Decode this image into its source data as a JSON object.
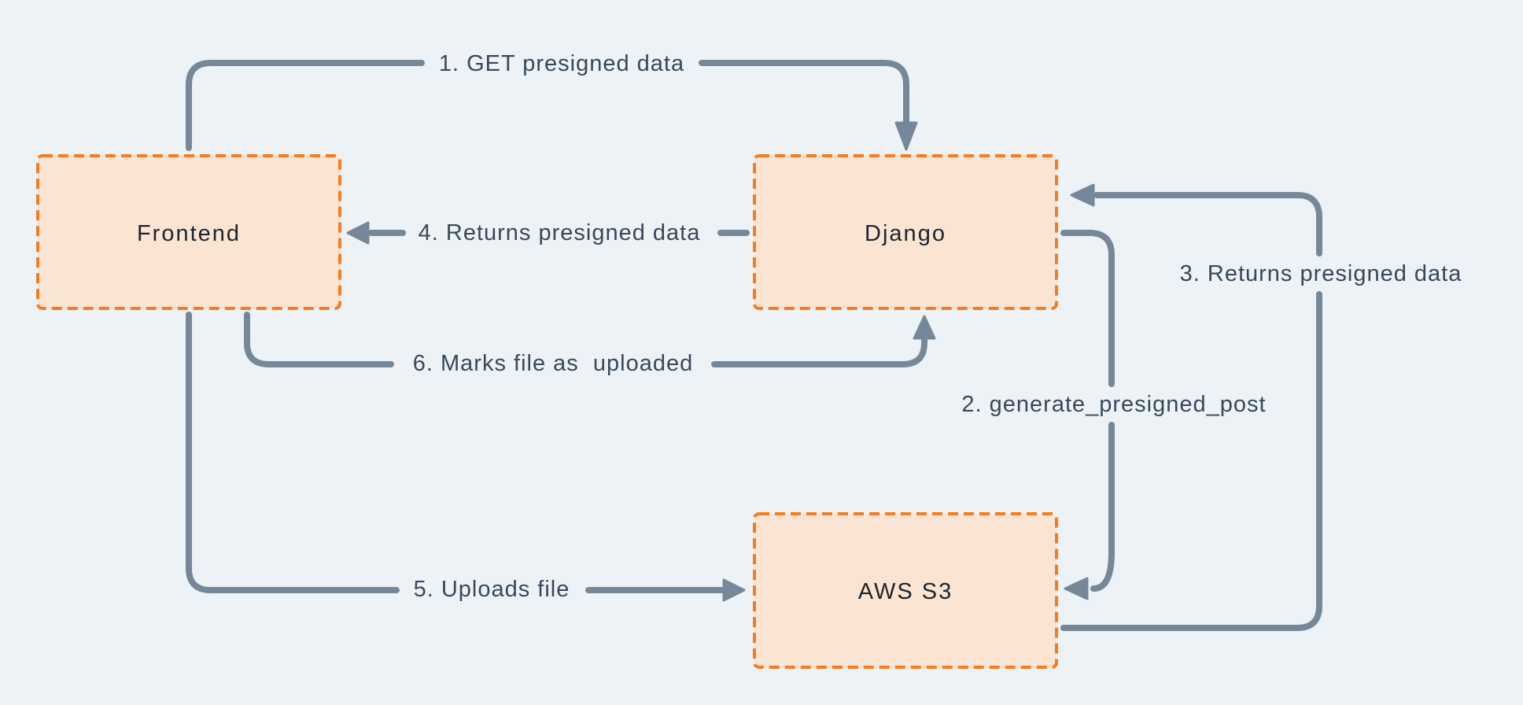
{
  "diagram": {
    "type": "flow-diagram",
    "colors": {
      "background": "#edf2f6",
      "node_fill": "#fce4d3",
      "node_border": "#f57c1f",
      "arrow": "#75889a",
      "label_color": "#36495b",
      "node_text": "#1a2530"
    },
    "nodes": [
      {
        "id": "frontend",
        "label": "Frontend"
      },
      {
        "id": "django",
        "label": "Django"
      },
      {
        "id": "aws_s3",
        "label": "AWS S3"
      }
    ],
    "flows": [
      {
        "step": "1",
        "label": "1. GET presigned data",
        "from": "Frontend",
        "to": "Django"
      },
      {
        "step": "2",
        "label": "2. generate_presigned_post",
        "from": "Django",
        "to": "AWS S3"
      },
      {
        "step": "3",
        "label": "3. Returns presigned data",
        "from": "AWS S3",
        "to": "Django"
      },
      {
        "step": "4",
        "label": "4. Returns presigned data",
        "from": "Django",
        "to": "Frontend"
      },
      {
        "step": "5",
        "label": "5. Uploads file",
        "from": "Frontend",
        "to": "AWS S3"
      },
      {
        "step": "6",
        "label": "6. Marks file as  uploaded",
        "from": "Frontend",
        "to": "Django"
      }
    ]
  }
}
